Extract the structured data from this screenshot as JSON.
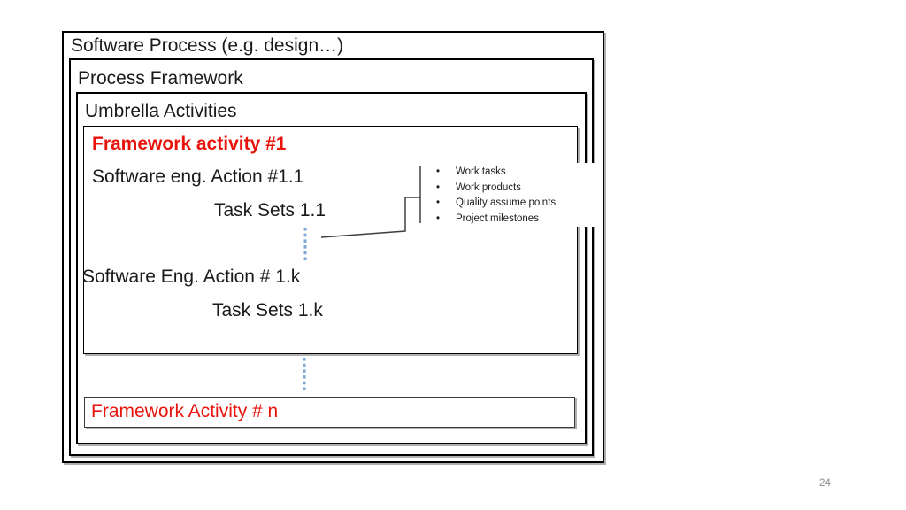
{
  "slide": {
    "page_number": "24",
    "background": "#ffffff",
    "colors": {
      "box_border": "#000000",
      "red_text": "#e8140c",
      "dotted_line_blue": "#7aa7d4",
      "leader_line": "#404040",
      "page_number_gray": "#8b8b8b"
    }
  },
  "boxes": {
    "software_process": {
      "label": "Software Process (e.g. design…)"
    },
    "process_framework": {
      "label": "Process Framework"
    },
    "umbrella_activities": {
      "label": "Umbrella Activities"
    },
    "framework_activity_1": {
      "title": "Framework activity #1",
      "action_first": "Software eng. Action #1.1",
      "task_sets_first": "Task Sets 1.1",
      "action_last": "Software Eng. Action # 1.k",
      "task_sets_last": "Task Sets 1.k"
    },
    "framework_activity_n": {
      "label": "Framework Activity # n"
    }
  },
  "callout": {
    "bullet": "•",
    "items": [
      "Work tasks",
      "Work products",
      "Quality assume points",
      "Project milestones"
    ]
  }
}
